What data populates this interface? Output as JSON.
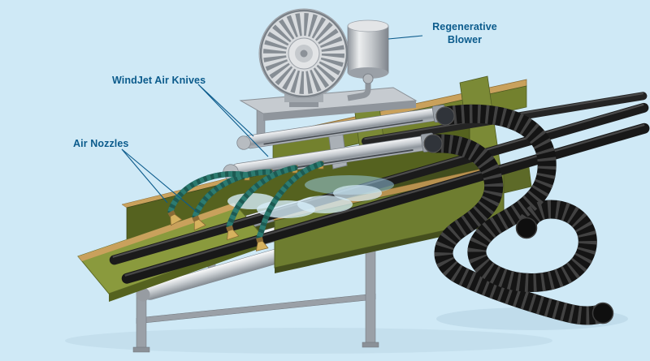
{
  "scene": {
    "type": "technical-illustration",
    "background": "#cfe9f6",
    "label_color": "#0b5b8c",
    "machine_green": "#6e7d30",
    "trim_tan": "#c9a15c",
    "hose_black": "#161616",
    "nozzle_teal": "#1d5a52",
    "brass": "#c9a24a",
    "metal_gray": "#c2c7cc"
  },
  "labels": {
    "regenerative_blower": "Regenerative Blower",
    "windjet_air_knives": "WindJet Air Knives",
    "air_nozzles": "Air Nozzles"
  }
}
